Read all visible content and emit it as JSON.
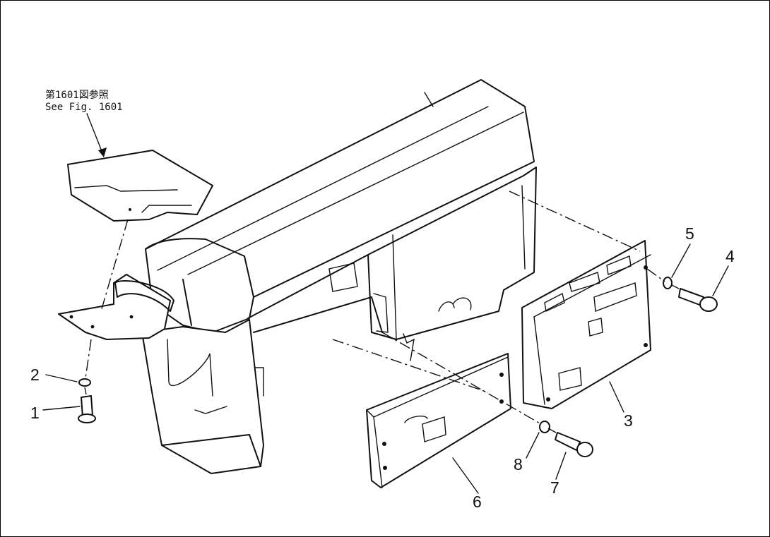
{
  "reference": {
    "line_jp": "第1601図参照",
    "line_en": "See Fig. 1601"
  },
  "callouts": [
    {
      "id": "1",
      "text": "1"
    },
    {
      "id": "2",
      "text": "2"
    },
    {
      "id": "3",
      "text": "3"
    },
    {
      "id": "4",
      "text": "4"
    },
    {
      "id": "5",
      "text": "5"
    },
    {
      "id": "6",
      "text": "6"
    },
    {
      "id": "7",
      "text": "7"
    },
    {
      "id": "8",
      "text": "8"
    }
  ],
  "colors": {
    "ink": "#111111",
    "paper": "#ffffff"
  }
}
